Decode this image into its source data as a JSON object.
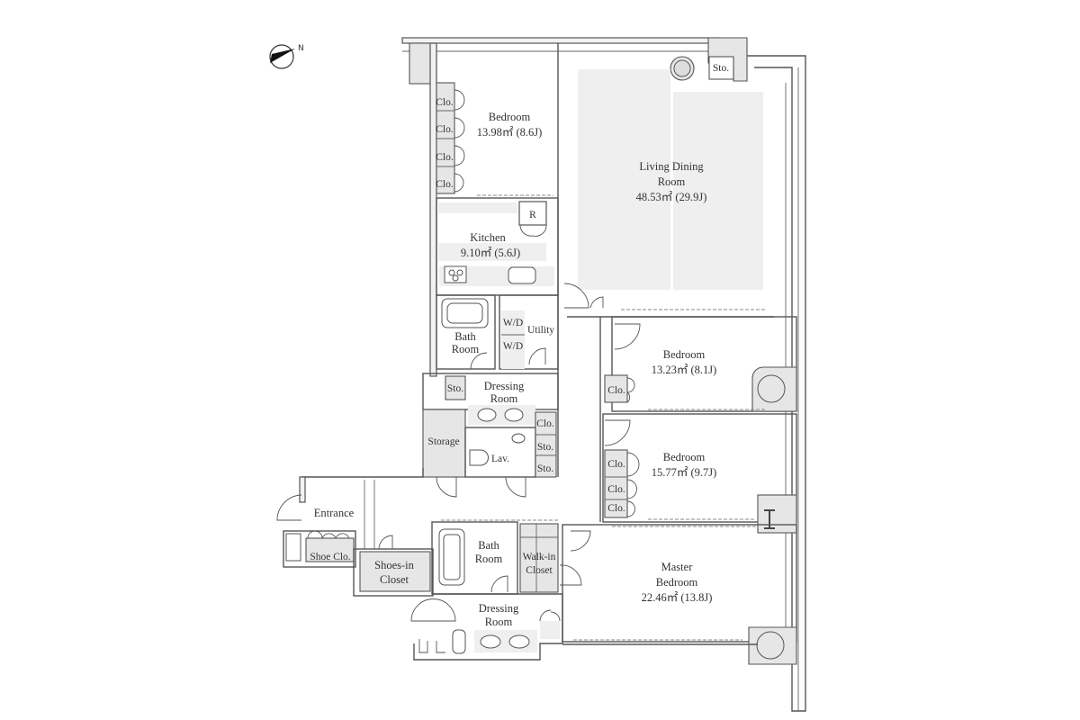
{
  "compass": {
    "label": "N",
    "icon": "north-arrow-icon"
  },
  "rooms": {
    "bedroom1": {
      "name": "Bedroom",
      "area": "13.98㎡ (8.6J)"
    },
    "living": {
      "name1": "Living Dining",
      "name2": "Room",
      "area": "48.53㎡ (29.9J)"
    },
    "kitchen": {
      "name": "Kitchen",
      "area": "9.10㎡ (5.6J)",
      "fridge": "R"
    },
    "bath1": {
      "name1": "Bath",
      "name2": "Room"
    },
    "utility": {
      "name": "Utility",
      "wd1": "W/D",
      "wd2": "W/D"
    },
    "dressing1": {
      "name1": "Dressing",
      "name2": "Room"
    },
    "storage": {
      "name": "Storage"
    },
    "lav": {
      "name": "Lav."
    },
    "bedroom2": {
      "name": "Bedroom",
      "area": "13.23㎡ (8.1J)"
    },
    "bedroom3": {
      "name": "Bedroom",
      "area": "15.77㎡ (9.7J)"
    },
    "entrance": {
      "name": "Entrance",
      "shoe_clo": "Shoe Clo."
    },
    "shoes_in": {
      "name1": "Shoes-in",
      "name2": "Closet"
    },
    "bath2": {
      "name1": "Bath",
      "name2": "Room"
    },
    "walkin": {
      "name1": "Walk-in",
      "name2": "Closet"
    },
    "dressing2": {
      "name1": "Dressing",
      "name2": "Room"
    },
    "master": {
      "name1": "Master",
      "name2": "Bedroom",
      "area": "22.46㎡ (13.8J)"
    }
  },
  "closets": {
    "clo": "Clo.",
    "sto": "Sto."
  }
}
